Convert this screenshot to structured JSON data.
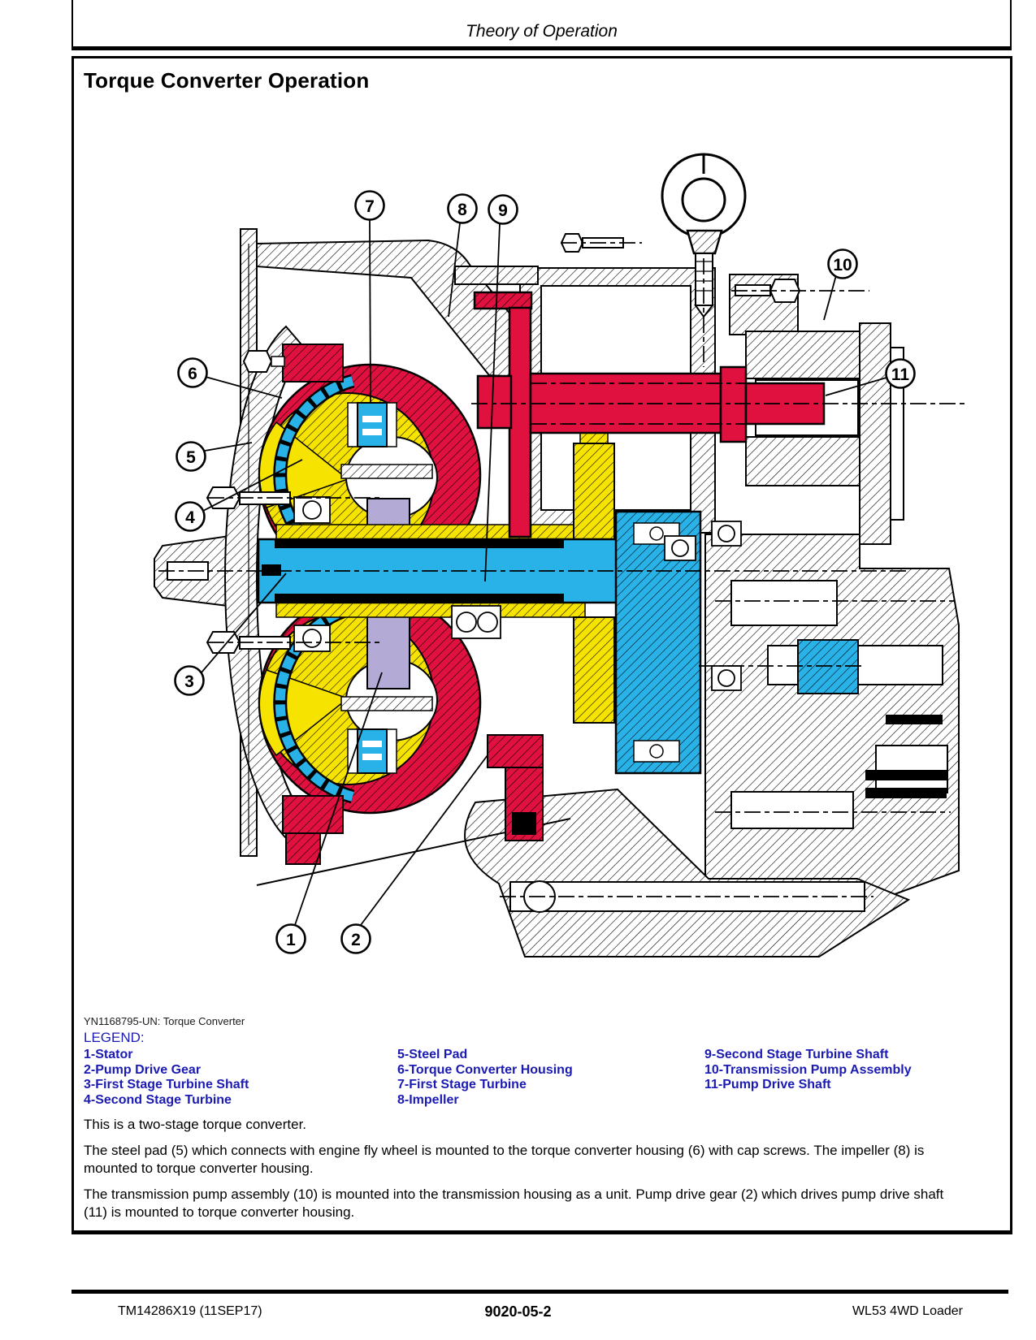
{
  "page_header": {
    "title": "Theory of Operation"
  },
  "section": {
    "title": "Torque Converter Operation"
  },
  "figure": {
    "caption": "YN1168795-UN: Torque Converter",
    "callouts": [
      "1",
      "2",
      "3",
      "4",
      "5",
      "6",
      "7",
      "8",
      "9",
      "10",
      "11"
    ]
  },
  "legend": {
    "heading": "LEGEND:",
    "columns": [
      {
        "items": [
          "1-Stator",
          "2-Pump Drive Gear",
          "3-First Stage Turbine Shaft",
          "4-Second Stage Turbine"
        ]
      },
      {
        "items": [
          "5-Steel Pad",
          "6-Torque Converter Housing",
          "7-First Stage Turbine",
          "8-Impeller"
        ]
      },
      {
        "items": [
          "9-Second Stage Turbine Shaft",
          "10-Transmission Pump Assembly",
          "11-Pump Drive Shaft"
        ]
      }
    ]
  },
  "paragraphs": {
    "p1": "This is a two-stage torque converter.",
    "p2": "The steel pad (5) which connects with engine fly wheel is mounted to the torque converter housing (6) with cap screws. The impeller (8) is mounted to torque converter housing.",
    "p3": "The transmission pump assembly (10) is mounted into the transmission housing as a unit. Pump drive gear (2) which drives pump drive shaft (11) is mounted to torque converter housing."
  },
  "footer": {
    "left": "TM14286X19 (11SEP17)",
    "center": "9020-05-2",
    "right": "WL53 4WD Loader"
  },
  "colors": {
    "part_red": "#E0113F",
    "part_yellow": "#F6E400",
    "part_cyan": "#29B2E8",
    "part_lavender": "#B3AAD5",
    "legend_blue": "#1B1BB4"
  }
}
